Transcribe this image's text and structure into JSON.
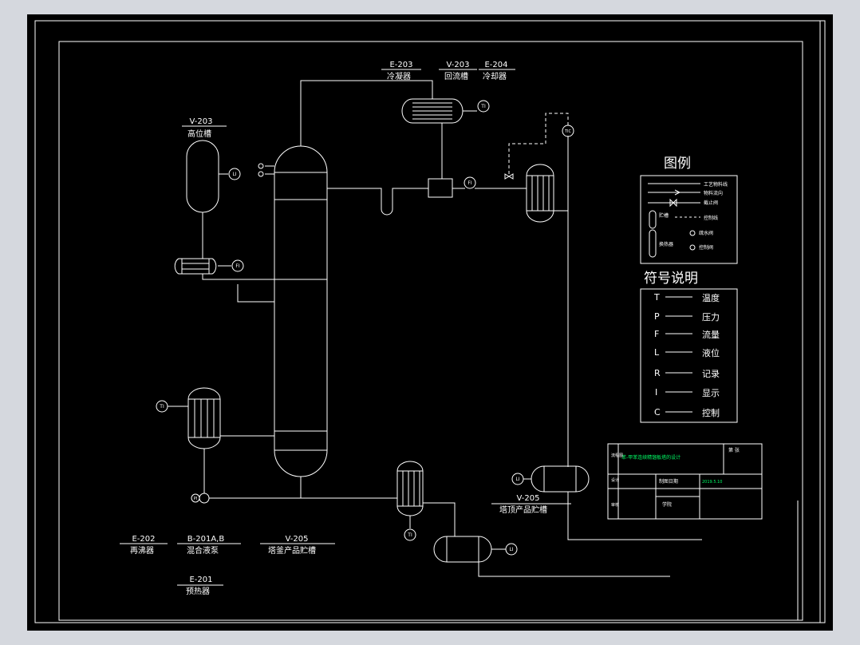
{
  "colors": {
    "background": "#000000",
    "line": "#ffffff",
    "accent_green": "#00ff66",
    "frame_outer": "#d5d8de"
  },
  "equipment_tags": {
    "e203": {
      "code": "E-203",
      "name": "冷凝器"
    },
    "v203_reflux": {
      "code": "V-203",
      "name": "回流槽"
    },
    "e204": {
      "code": "E-204",
      "name": "冷却器"
    },
    "v203_high": {
      "code": "V-203",
      "name": "高位槽"
    },
    "e202": {
      "code": "E-202",
      "name": "再沸器"
    },
    "b201": {
      "code": "B-201A,B",
      "name": "混合液泵"
    },
    "v205_bottom": {
      "code": "V-205",
      "name": "塔釜产品贮槽"
    },
    "v205_top": {
      "code": "V-205",
      "name": "塔顶产品贮槽"
    },
    "e201": {
      "code": "E-201",
      "name": "预热器"
    }
  },
  "legend": {
    "title": "图例",
    "items": [
      {
        "label": "工艺物料线"
      },
      {
        "label": "物料流向"
      },
      {
        "label": "截止阀"
      },
      {
        "label": "控制线"
      },
      {
        "label": "贮槽"
      },
      {
        "label": "换热器"
      },
      {
        "label": "疏水阀"
      },
      {
        "label": "控制阀"
      }
    ]
  },
  "symbols": {
    "title": "符号说明",
    "items": [
      {
        "letter": "T",
        "meaning": "温度"
      },
      {
        "letter": "P",
        "meaning": "压力"
      },
      {
        "letter": "F",
        "meaning": "流量"
      },
      {
        "letter": "L",
        "meaning": "液位"
      },
      {
        "letter": "R",
        "meaning": "记录"
      },
      {
        "letter": "I",
        "meaning": "显示"
      },
      {
        "letter": "C",
        "meaning": "控制"
      }
    ]
  },
  "title_block": {
    "project_title": "苯-甲苯连续精馏板塔的设计",
    "drawing_type": "流程图",
    "sheet_label": "第 张",
    "designer_label": "设计",
    "check_label": "审核",
    "date_label": "制图日期",
    "date_value": "2019.5.10",
    "school_label": "学院"
  },
  "instruments": [
    {
      "id": "inst-e204",
      "tag": "TI"
    },
    {
      "id": "inst-v203-high",
      "tag": "LI"
    },
    {
      "id": "inst-feed",
      "tag": "FI"
    },
    {
      "id": "inst-e202",
      "tag": "TI"
    },
    {
      "id": "inst-pump",
      "tag": "PI"
    },
    {
      "id": "inst-top-tank",
      "tag": "LI"
    },
    {
      "id": "inst-cooler-bottom",
      "tag": "TI"
    },
    {
      "id": "inst-bottom-tank",
      "tag": "LI"
    },
    {
      "id": "inst-reflux",
      "tag": "FI"
    },
    {
      "id": "inst-control",
      "tag": "TIC"
    }
  ]
}
